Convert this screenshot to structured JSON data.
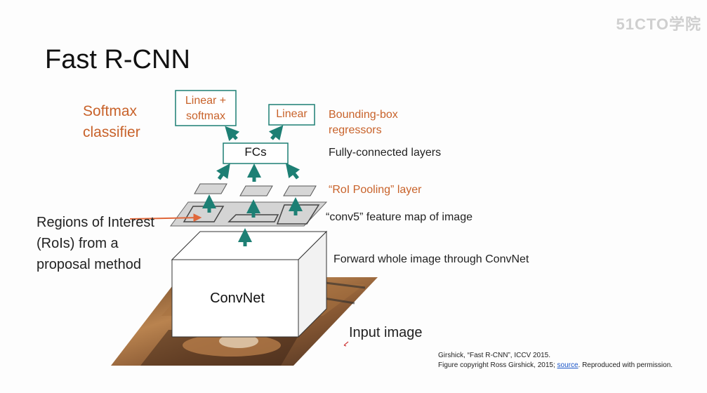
{
  "slide": {
    "title": "Fast R-CNN",
    "watermark": "51CTO学院"
  },
  "diagram": {
    "softmax_box": "Linear + softmax",
    "linear_box": "Linear",
    "fcs_box": "FCs",
    "convnet_box": "ConvNet"
  },
  "labels": {
    "softmax_classifier": "Softmax classifier",
    "bbox_regressors": "Bounding-box regressors",
    "fully_connected": "Fully-connected layers",
    "roi_pooling": "“RoI Pooling” layer",
    "conv5": "“conv5” feature map of image",
    "forward": "Forward whole image through ConvNet",
    "regions": "Regions of Interest (RoIs) from a proposal method",
    "input_image": "Input image"
  },
  "citation": {
    "line1": "Girshick, “Fast R-CNN”, ICCV 2015.",
    "line2_prefix": "Figure copyright Ross Girshick, 2015; ",
    "link_text": "source",
    "line2_suffix": ". Reproduced with permission."
  },
  "colors": {
    "accent_orange": "#c8622a",
    "arrow_teal": "#1d7f74",
    "link_blue": "#1a55c8"
  }
}
